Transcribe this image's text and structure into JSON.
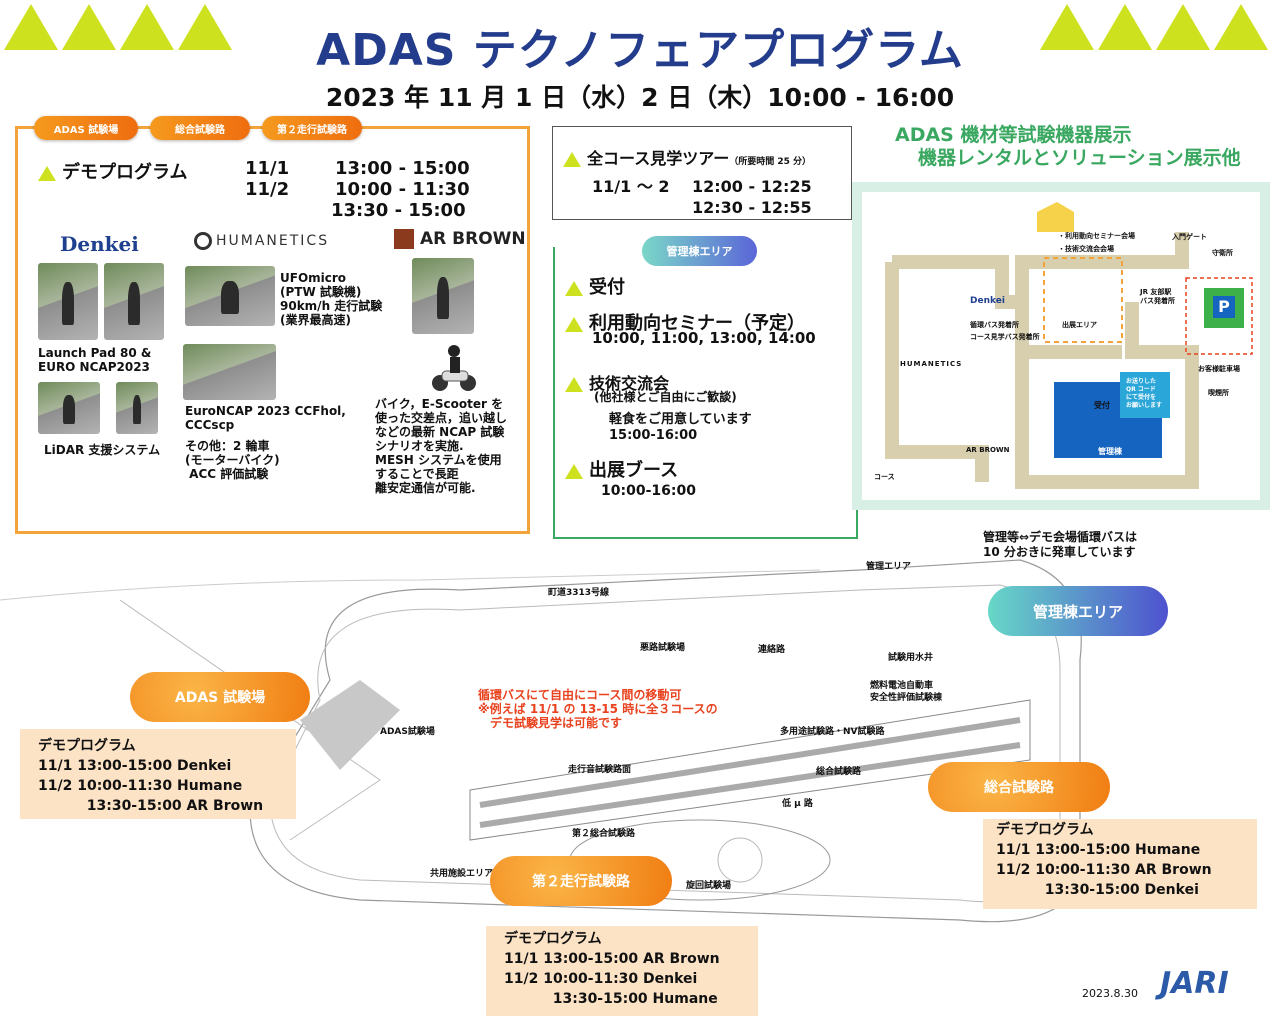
{
  "header": {
    "title": "ADAS テクノフェアプログラム",
    "date": "2023 年 11 月 1 日（水）2 日（木）10:00 - 16:00"
  },
  "tags": [
    "ADAS 試験場",
    "総合試験路",
    "第２走行試験路"
  ],
  "demo": {
    "heading": "デモプログラム",
    "day1": "11/1",
    "day1_time": "13:00 - 15:00",
    "day2": "11/2",
    "day2_time1": "10:00 - 11:30",
    "day2_time2": "13:30 - 15:00",
    "logos": [
      "Denkei",
      "HUMANETICS",
      "AR BROWN"
    ],
    "captions": {
      "launchpad": "Launch Pad 80 &\nEURO NCAP2023",
      "lidar": "LiDAR 支援システム",
      "ufo": "UFOmicro\n(PTW 試験機)\n90km/h 走行試験\n(業界最高速)",
      "euroncap": "EuroNCAP 2023 CCFhol,\nCCCscp",
      "other": "その他：2 輪車\n(モーターバイク)\n ACC 評価試験",
      "bike": "バイク，E-Scooter を\n使った交差点，追い越し\nなどの最新 NCAP 試験\nシナリオを実施.\nMESH システムを使用\nすることで長距\n離安定通信が可能."
    }
  },
  "tour": {
    "heading": "全コース見学ツアー",
    "note": "（所要時間 25 分）",
    "days": "11/1 ～ 2",
    "time1": "12:00 - 12:25",
    "time2": "12:30 - 12:55"
  },
  "kanri": {
    "pill": "管理棟エリア",
    "items": [
      {
        "label": "受付"
      },
      {
        "label": "利用動向セミナー（予定）",
        "sub": "10:00, 11:00, 13:00, 14:00"
      },
      {
        "label": "技術交流会",
        "sub": "(他社様とご自由にご歓談)",
        "sub2": "軽食をご用意しています\n15:00-16:00"
      },
      {
        "label": "出展ブース",
        "sub": "10:00-16:00"
      }
    ]
  },
  "exhibit": {
    "line1": "ADAS 機材等試験機器展示",
    "line2": "機器レンタルとソリューション展示他"
  },
  "map": {
    "labels": {
      "seminar": "・利用動向セミナー会場",
      "exchange": "・技術交流会会場",
      "gate": "入門ゲート",
      "guard": "守衛所",
      "denkei": "Denkei",
      "bus1": "循環バス発着所",
      "bus2": "コース見学バス発着所",
      "exhibit_area": "出展エリア",
      "jr": "JR 友部駅\nバス発着所",
      "parking": "お客様駐車場",
      "smoking": "喫煙所",
      "humanetics": "HUMANETICS",
      "uketsuke": "受付",
      "qr": "お送りした\nQR コード\nにて受付を\nお願いします",
      "kanritou": "管理棟",
      "arbrown": "AR BROWN",
      "course": "コース"
    }
  },
  "bus_note": "管理等⇔デモ会場循環バスは\n10 分おきに発車しています",
  "course": {
    "road": "町道3313号線",
    "kanri_area_small": "管理エリア",
    "akuro": "悪路試験場",
    "renraku": "連絡路",
    "suisei": "試験用水井",
    "fuel": "燃料電池自動車\n安全性評価試験棟",
    "adas_small": "ADAS試験場",
    "tamokuteki": "多用途試験路・NV試験路",
    "sougou_small": "総合試験路",
    "soukou": "走行音試験路面",
    "daini_small": "第２総合試験路",
    "teimu": "低 μ 路",
    "kyoyou": "共用施設エリア",
    "senkai": "旋回試験場",
    "red_note": "循環バスにて自由にコース間の移動可\n※例えば 11/1 の 13-15 時に全３コースの\n　デモ試験見学は可能です",
    "kanri_button": "管理棟エリア"
  },
  "panels": {
    "adas": {
      "button": "ADAS 試験場",
      "text": "デモプログラム\n11/1 13:00-15:00 Denkei\n11/2 10:00-11:30 Humane\n          13:30-15:00 AR Brown"
    },
    "sougou": {
      "button": "総合試験路",
      "text": "デモプログラム\n11/1 13:00-15:00 Humane\n11/2 10:00-11:30 AR Brown\n          13:30-15:00 Denkei"
    },
    "daini": {
      "button": "第２走行試験路",
      "text": "デモプログラム\n11/1 13:00-15:00 AR Brown\n11/2 10:00-11:30 Denkei\n          13:30-15:00 Humane"
    }
  },
  "footer": {
    "date": "2023.8.30",
    "logo": "JARI"
  },
  "colors": {
    "lime": "#cde11e",
    "navy": "#233c8c",
    "orange": "#f2a43a",
    "green": "#3aa861",
    "red": "#e8421e"
  }
}
